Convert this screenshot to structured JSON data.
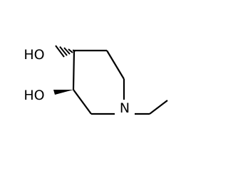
{
  "molecule": {
    "atoms": {
      "oh_top": "HO",
      "oh_bottom": "HO",
      "nitrogen": "N"
    },
    "colors": {
      "bond": "#000000",
      "label": "#000000",
      "background": "#ffffff"
    }
  }
}
